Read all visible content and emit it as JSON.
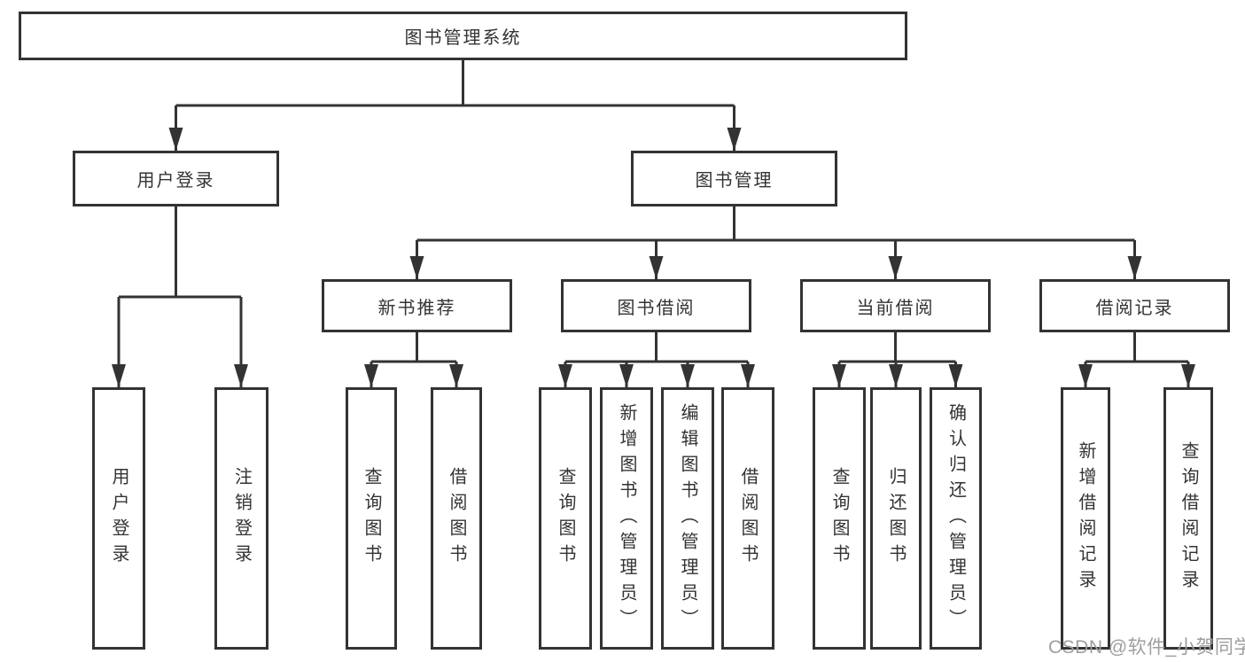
{
  "diagram": {
    "title": "图书管理系统",
    "watermark": "CSDN @软件_小贺同学",
    "colors": {
      "line": "#333333",
      "text": "#333333",
      "background": "#ffffff",
      "watermark": "#9e9e9e"
    },
    "nodes": {
      "root": {
        "label": "图书管理系统"
      },
      "user-login": {
        "label": "用户登录"
      },
      "book-management": {
        "label": "图书管理"
      },
      "new-book-recommend": {
        "label": "新书推荐"
      },
      "book-borrow": {
        "label": "图书借阅"
      },
      "current-borrow": {
        "label": "当前借阅"
      },
      "borrow-records": {
        "label": "借阅记录"
      },
      "ul-user-login": {
        "label": "用户登录"
      },
      "ul-logout": {
        "label": "注销登录"
      },
      "nb-query-book": {
        "label": "查询图书"
      },
      "nb-borrow-book": {
        "label": "借阅图书"
      },
      "bb-query-book": {
        "label": "查询图书"
      },
      "bb-add-book": {
        "label": "新增图书（管理员）"
      },
      "bb-edit-book": {
        "label": "编辑图书（管理员）"
      },
      "bb-borrow-book": {
        "label": "借阅图书"
      },
      "cb-query-book": {
        "label": "查询图书"
      },
      "cb-return-book": {
        "label": "归还图书"
      },
      "cb-confirm-return": {
        "label": "确认归还（管理员）"
      },
      "br-add-record": {
        "label": "新增借阅记录"
      },
      "br-query-record": {
        "label": "查询借阅记录"
      }
    },
    "hierarchy": {
      "root": [
        "user-login",
        "book-management"
      ],
      "user-login": [
        "ul-user-login",
        "ul-logout"
      ],
      "book-management": [
        "new-book-recommend",
        "book-borrow",
        "current-borrow",
        "borrow-records"
      ],
      "new-book-recommend": [
        "nb-query-book",
        "nb-borrow-book"
      ],
      "book-borrow": [
        "bb-query-book",
        "bb-add-book",
        "bb-edit-book",
        "bb-borrow-book"
      ],
      "current-borrow": [
        "cb-query-book",
        "cb-return-book",
        "cb-confirm-return"
      ],
      "borrow-records": [
        "br-add-record",
        "br-query-record"
      ]
    }
  }
}
